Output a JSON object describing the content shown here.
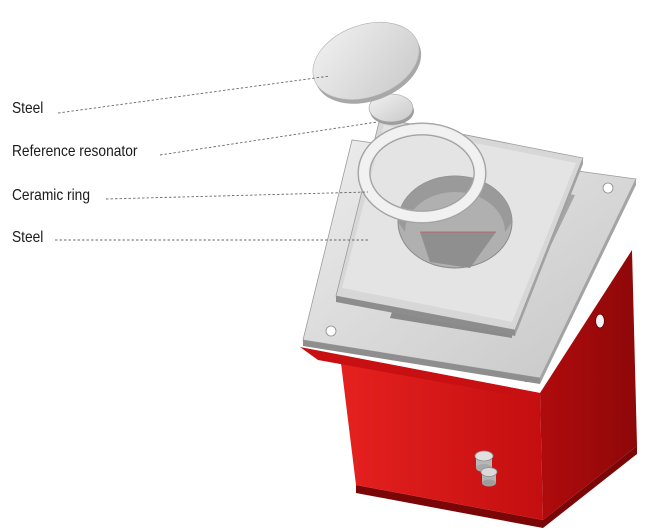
{
  "labels": {
    "steel_top": "Steel",
    "reference_resonator": "Reference resonator",
    "ceramic_ring": "Ceramic ring",
    "steel_bottom": "Steel"
  },
  "colors": {
    "box_red": "#d40f12",
    "box_red_dark": "#a30a0c",
    "box_red_light": "#e6201f",
    "steel_light": "#e2e2e2",
    "steel_mid": "#c4c4c4",
    "steel_dark": "#9a9a9a",
    "leader_line": "#6a6a6a"
  },
  "icons": {
    "steel_disc": "steel-disc-icon",
    "resonator": "resonator-icon",
    "ring": "ceramic-ring-icon"
  }
}
